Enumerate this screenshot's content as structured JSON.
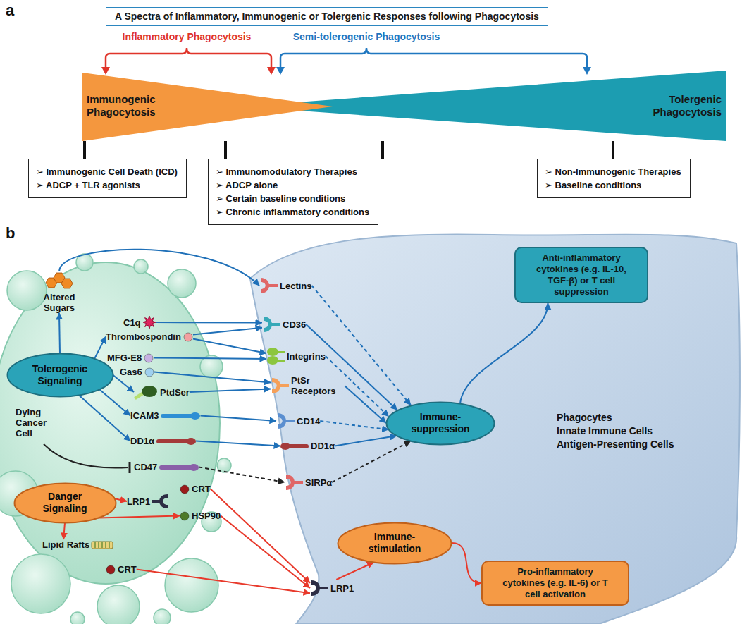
{
  "diagram": {
    "title": "A Spectra of Inflammatory, Immunogenic or Tolergenic Responses following Phagocytosis",
    "nodes": [
      {
        "text": [
          "Immunogenic Phagocytosis"
        ]
      },
      {
        "text": [
          "Tolergenic Phagocytosis"
        ]
      },
      {
        "text": [
          "➢ Immunogenic Cell Death (ICD)",
          "➢ ADCP + TLR agonists"
        ]
      },
      {
        "text": [
          "➢ Immunomodulatory Therapies",
          "➢ ADCP alone",
          "➢ Certain baseline conditions",
          "➢ Chronic inflammatory conditions"
        ]
      },
      {
        "text": [
          "➢ Non-Immunogenic Therapies",
          "➢ Baseline conditions"
        ]
      },
      {
        "text": [
          "Tolerogenic Signaling"
        ]
      },
      {
        "text": [
          "Altered Sugars"
        ]
      },
      {
        "text": [
          "C1q"
        ]
      },
      {
        "text": [
          "Thrombospondin"
        ]
      },
      {
        "text": [
          "MFG-E8"
        ]
      },
      {
        "text": [
          "Gas6"
        ]
      },
      {
        "text": [
          "PtdSer"
        ]
      },
      {
        "text": [
          "ICAM3"
        ]
      },
      {
        "text": [
          "DD1α"
        ]
      },
      {
        "text": [
          "CD47"
        ]
      },
      {
        "text": [
          "Danger Signaling"
        ]
      },
      {
        "text": [
          "LRP1"
        ]
      },
      {
        "text": [
          "CRT"
        ]
      },
      {
        "text": [
          "HSP90"
        ]
      },
      {
        "text": [
          "Lipid Rafts"
        ]
      },
      {
        "text": [
          "CRT"
        ]
      },
      {
        "text": [
          "Lectins"
        ]
      },
      {
        "text": [
          "CD36"
        ]
      },
      {
        "text": [
          "Integrins"
        ]
      },
      {
        "text": [
          "PtSr Receptors"
        ]
      },
      {
        "text": [
          "CD14"
        ]
      },
      {
        "text": [
          "DD1α"
        ]
      },
      {
        "text": [
          "SIRPα"
        ]
      },
      {
        "text": [
          "LRP1"
        ]
      },
      {
        "text": [
          "Immune-suppression"
        ]
      },
      {
        "text": [
          "Immune-stimulation"
        ]
      },
      {
        "text": [
          "Anti-inflammatory cytokines (e.g. IL-10, TGF-β) or T cell suppression"
        ]
      },
      {
        "text": [
          "Pro-inflammatory cytokines (e.g. IL-6) or T cell activation"
        ]
      }
    ],
    "edges": [
      {
        "from": 0,
        "to": 2,
        "arrow": "none"
      },
      {
        "from": 0,
        "to": 3,
        "arrow": "none"
      },
      {
        "from": 1,
        "to": 4,
        "arrow": "none"
      },
      {
        "from": 5,
        "to": 6,
        "arrow": "to"
      },
      {
        "from": 5,
        "to": 8,
        "arrow": "to"
      },
      {
        "from": 5,
        "to": 11,
        "arrow": "to"
      },
      {
        "from": 5,
        "to": 12,
        "arrow": "to"
      },
      {
        "from": 5,
        "to": 13,
        "arrow": "to"
      },
      {
        "from": 6,
        "to": 21,
        "arrow": "to"
      },
      {
        "from": 7,
        "to": 22,
        "arrow": "to"
      },
      {
        "from": 8,
        "to": 22,
        "arrow": "to"
      },
      {
        "from": 8,
        "to": 23,
        "arrow": "to"
      },
      {
        "from": 9,
        "to": 23,
        "arrow": "to"
      },
      {
        "from": 10,
        "to": 24,
        "arrow": "to"
      },
      {
        "from": 11,
        "to": 24,
        "arrow": "to"
      },
      {
        "from": 12,
        "to": 25,
        "arrow": "to"
      },
      {
        "from": 13,
        "to": 26,
        "arrow": "to"
      },
      {
        "from": 14,
        "to": 27,
        "arrow": "to"
      },
      {
        "from": 21,
        "to": 29,
        "arrow": "to"
      },
      {
        "from": 22,
        "to": 29,
        "arrow": "to"
      },
      {
        "from": 23,
        "to": 29,
        "arrow": "to"
      },
      {
        "from": 24,
        "to": 29,
        "arrow": "to"
      },
      {
        "from": 25,
        "to": 29,
        "arrow": "to"
      },
      {
        "from": 26,
        "to": 29,
        "arrow": "to"
      },
      {
        "from": 27,
        "to": 29,
        "arrow": "to"
      },
      {
        "from": 29,
        "to": 31,
        "arrow": "to"
      },
      {
        "from": 15,
        "to": 16,
        "arrow": "to"
      },
      {
        "from": 15,
        "to": 18,
        "arrow": "to"
      },
      {
        "from": 15,
        "to": 19,
        "arrow": "to"
      },
      {
        "from": 17,
        "to": 28,
        "arrow": "to"
      },
      {
        "from": 18,
        "to": 28,
        "arrow": "to"
      },
      {
        "from": 20,
        "to": 28,
        "arrow": "to"
      },
      {
        "from": 28,
        "to": 30,
        "arrow": "to"
      },
      {
        "from": 30,
        "to": 32,
        "arrow": "to"
      }
    ],
    "labels": [
      "a",
      "Inflammatory Phagocytosis",
      "Semi-tolerogenic Phagocytosis",
      "b",
      "Dying Cancer Cell",
      "Phagocytes",
      "Innate Immune Cells",
      "Antigen-Presenting Cells"
    ]
  }
}
